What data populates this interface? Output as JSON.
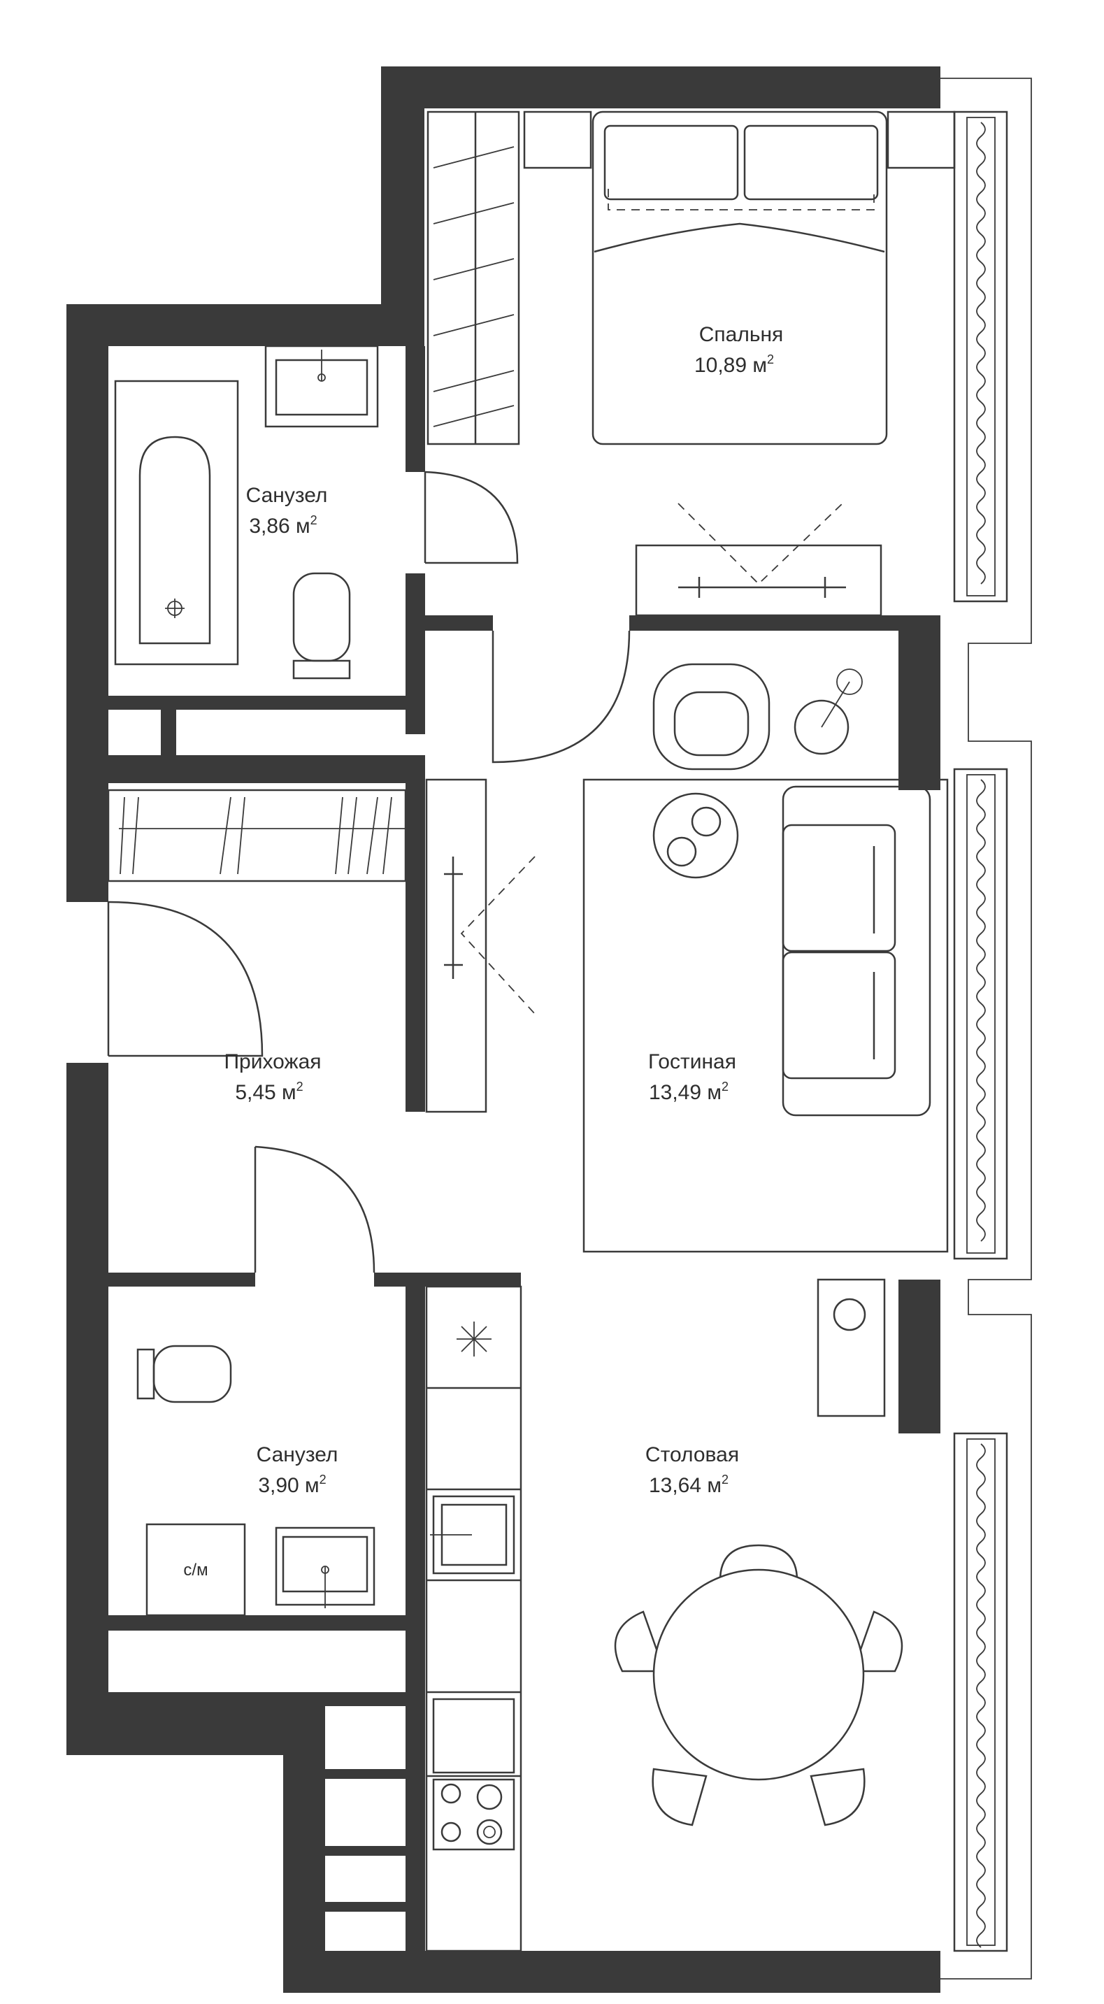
{
  "plan": {
    "rooms": [
      {
        "id": "bedroom",
        "name": "Спальня",
        "area": "10,89 м",
        "unit_sup": "2"
      },
      {
        "id": "bath-top",
        "name": "Санузел",
        "area": "3,86 м",
        "unit_sup": "2"
      },
      {
        "id": "hallway",
        "name": "Прихожая",
        "area": "5,45 м",
        "unit_sup": "2"
      },
      {
        "id": "living",
        "name": "Гостиная",
        "area": "13,49 м",
        "unit_sup": "2"
      },
      {
        "id": "bath-bottom",
        "name": "Санузел",
        "area": "3,90 м",
        "unit_sup": "2"
      },
      {
        "id": "dining",
        "name": "Столовая",
        "area": "13,64 м",
        "unit_sup": "2"
      }
    ],
    "washer_label": "с/м"
  }
}
